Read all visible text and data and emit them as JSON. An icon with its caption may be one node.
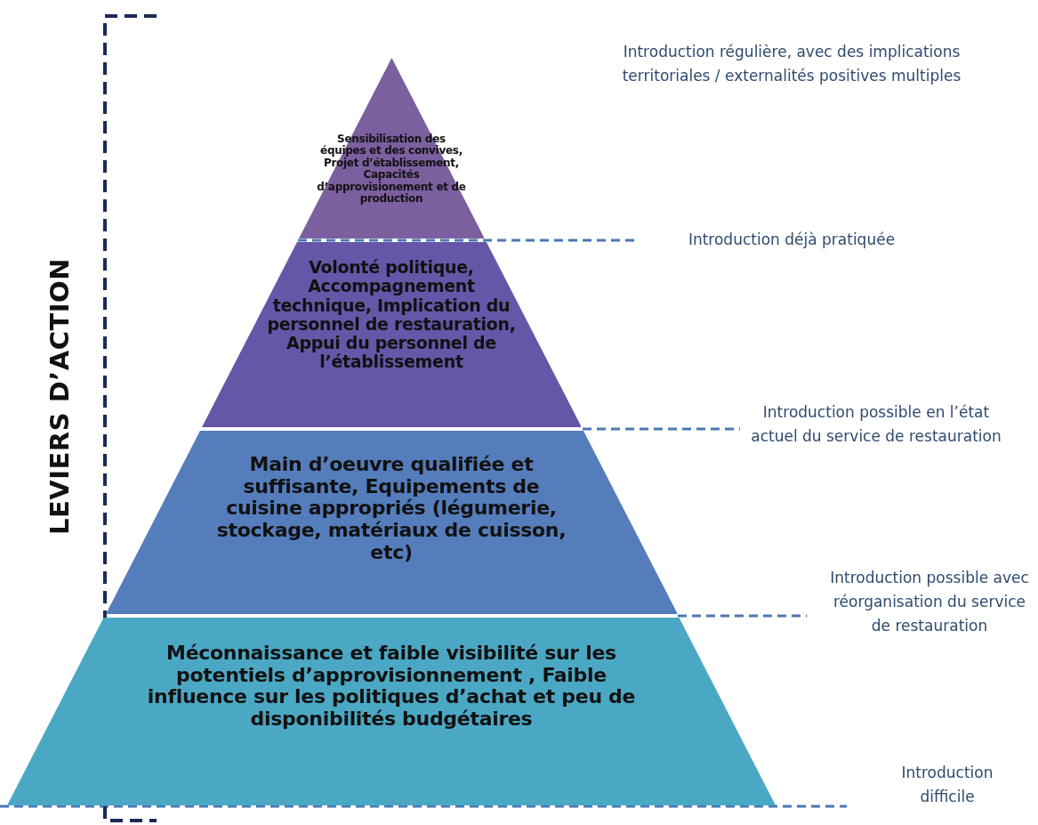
{
  "diagram": {
    "nodes": [
      {
        "text": [
          "Sensibilisation des équipes et des convives, Projet d’établissement, Capacités d’approvisionement et de production"
        ]
      },
      {
        "text": [
          "Volonté politique, Accompagnement technique, Implication du personnel de restauration, Appui du personnel de l’établissement"
        ]
      },
      {
        "text": [
          "Main d’oeuvre qualifiée et suffisante, Equipements de cuisine appropriés (légumerie, stockage, matériaux de cuisson, etc)"
        ]
      },
      {
        "text": [
          "Méconnaissance et faible visibilité sur les potentiels d’approvisionnement , Faible influence sur les politiques d’achat et peu de disponibilités budgétaires"
        ]
      }
    ],
    "edges": [],
    "labels": [
      "LEVIERS D’ACTION",
      "Introduction régulière, avec des implications territoriales / externalités positives  multiples",
      "Introduction déjà pratiquée",
      "Introduction possible en l’état actuel du service de restauration",
      "Introduction possible avec réorganisation du service de restauration",
      "Introduction difficile"
    ]
  }
}
